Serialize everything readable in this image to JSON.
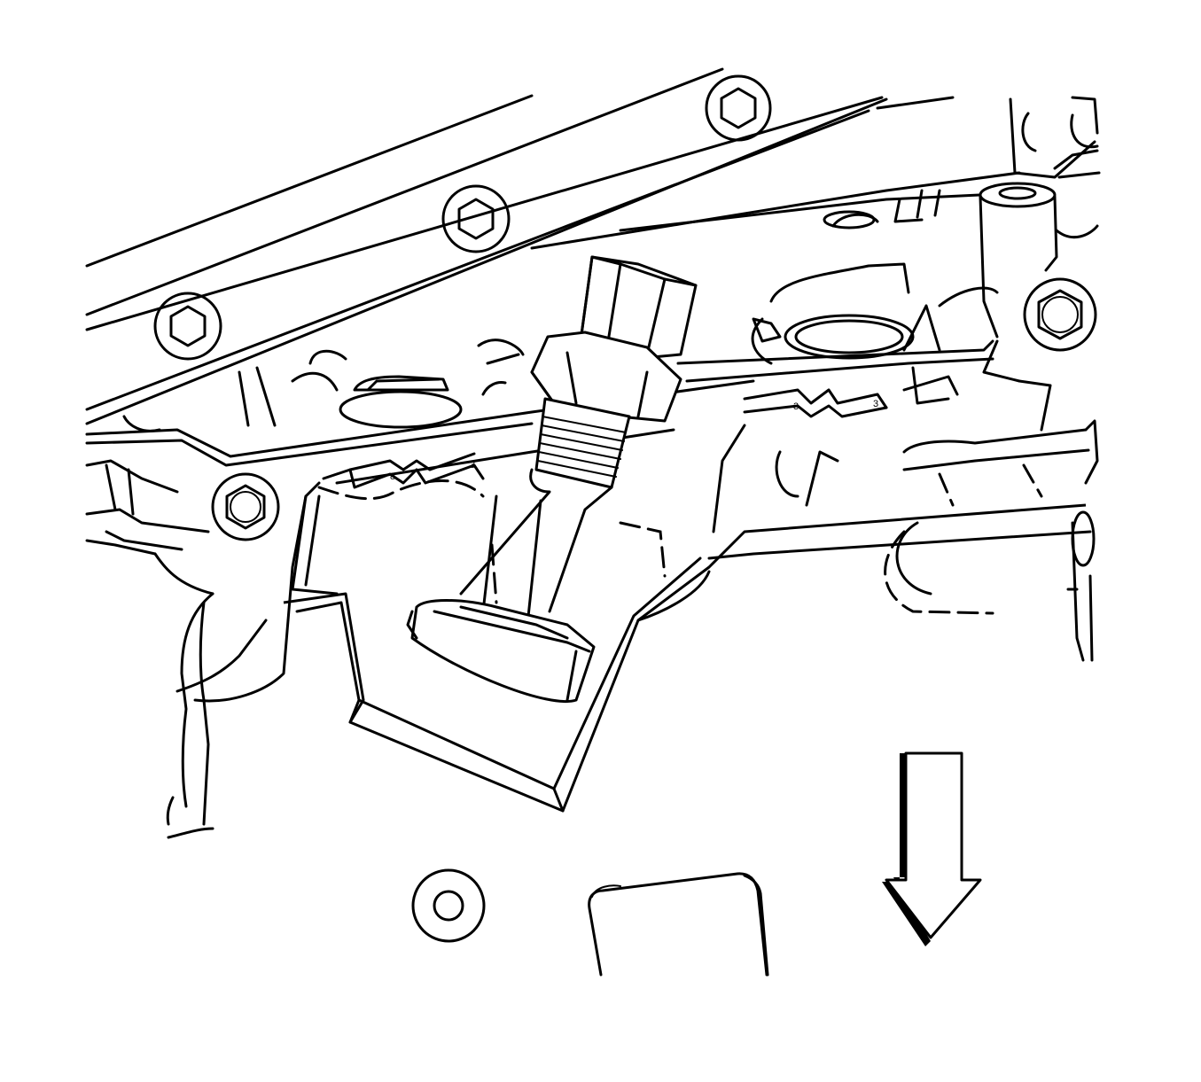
{
  "illustration": {
    "component_marks": [
      "8",
      "3",
      "3",
      "3"
    ]
  },
  "colors": {
    "line": "#000000",
    "background": "#ffffff"
  },
  "icons": {
    "direction": "arrow-down-icon"
  }
}
